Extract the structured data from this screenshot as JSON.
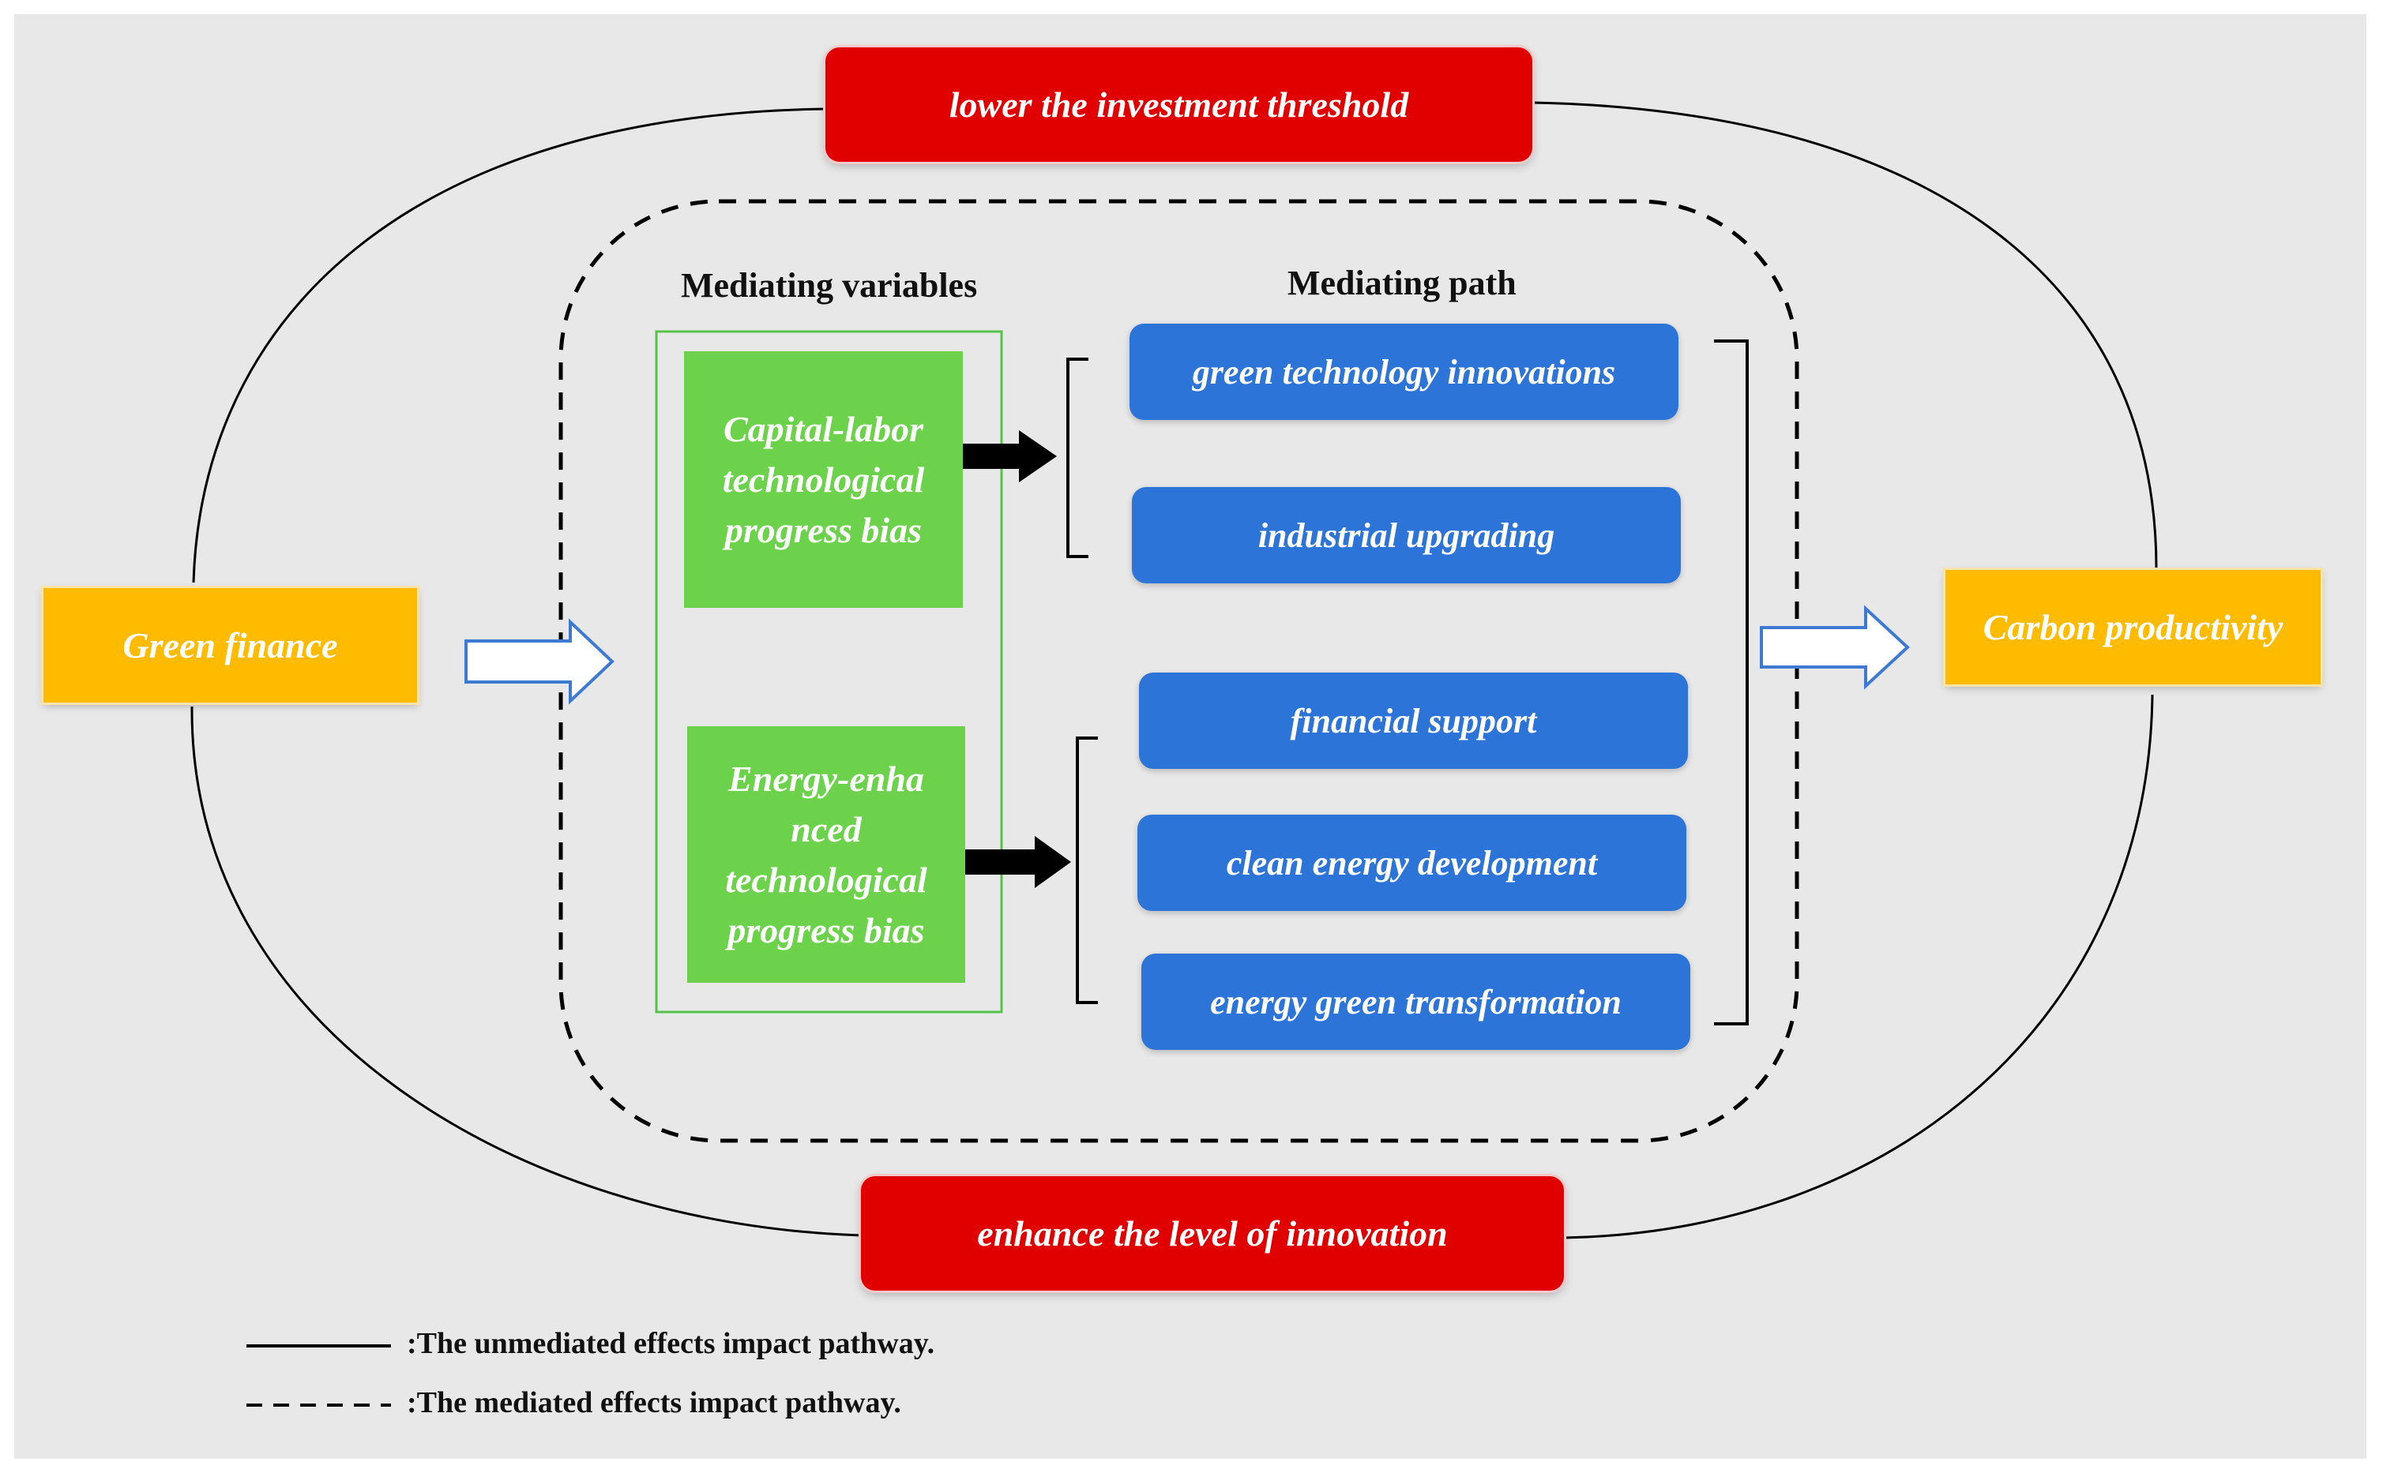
{
  "top_box": {
    "label": "lower the investment threshold"
  },
  "bottom_box": {
    "label": "enhance the level of innovation"
  },
  "input_box": {
    "label": "Green finance"
  },
  "output_box": {
    "label": "Carbon productivity"
  },
  "mediating_variables": {
    "heading": "Mediating variables",
    "items": [
      {
        "label": "Capital-labor\ntechnological\nprogress bias"
      },
      {
        "label": "Energy-enha\nnced\ntechnological\nprogress bias"
      }
    ]
  },
  "mediating_path": {
    "heading": "Mediating path",
    "items": [
      {
        "label": "green technology innovations"
      },
      {
        "label": "industrial upgrading"
      },
      {
        "label": "financial support"
      },
      {
        "label": "clean energy development"
      },
      {
        "label": "energy green transformation"
      }
    ]
  },
  "legend": {
    "solid": ":The unmediated effects impact pathway.",
    "dashed": ":The mediated effects impact pathway."
  },
  "colors": {
    "background": "#e8e8e8",
    "red": "#e00000",
    "orange": "#ffbb00",
    "green": "#6cd24b",
    "blue": "#2d74d8"
  }
}
